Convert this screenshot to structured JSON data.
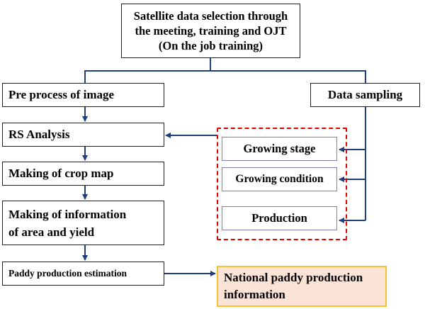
{
  "title": {
    "line1": "Satellite data selection through",
    "line2": "the meeting, training and OJT",
    "line3": "(On the job training)"
  },
  "left_steps": {
    "pre_process": "Pre process of image",
    "rs_analysis": "RS Analysis",
    "crop_map": "Making of crop map",
    "info_line1": "Making of information",
    "info_line2": "of area and yield",
    "paddy_estimation": "Paddy production estimation"
  },
  "data_sampling": "Data sampling",
  "sampling_items": {
    "growing_stage": "Growing stage",
    "growing_condition": "Growing condition",
    "production": "Production"
  },
  "output": {
    "line1": "National paddy production",
    "line2": "information"
  },
  "colors": {
    "arrow": "#1f3f7a",
    "dash_frame": "#e60000",
    "item_border": "#8a79b3",
    "output_fill": "#fbe4d5",
    "output_border": "#f5c230"
  }
}
